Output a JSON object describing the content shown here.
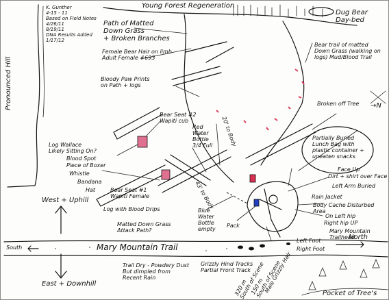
{
  "header": {
    "author_block": "K. Gunther\n4-15 - 11\nBased on Field Notes\n4/26/11\n8/19/11\nDNA Results Added\n1/17/12",
    "forest_regen": "Young Forest Regeneration",
    "dug_bear": "Dug Bear\nDay-bed"
  },
  "edges": {
    "pronounced_hill": "Pronounced Hill",
    "west_uphill": "West + Uphill",
    "east_downhill": "East + Downhill",
    "south": "South",
    "north": "North",
    "trail": "Mary Mountain Trail",
    "pocket_of_trees": "Pocket of Tree's"
  },
  "labels": {
    "path_matted": "Path of Matted\nDown Grass\n+ Broken Branches",
    "female_hair": "Female Bear Hair on limb\nAdult Female #693",
    "bloody_paw": "Bloody Paw Prints\non Path + logs",
    "bear_trail": "Bear trail of matted\nDown Grass (walking on\nlogs) Mud/Blood Trail",
    "broken_tree": "Broken off Tree",
    "buried_lunch": "Partially Buried\nLunch Bag with\nplastic container +\nuneaten snacks",
    "bear_seat2": "Bear Seat #2\nWapiti cub",
    "red_water": "Red\nWater\nBottle\n3/4 Full",
    "dist_20": "20' to Body",
    "log_wallace": "Log Wallace\nLikely Sitting On?",
    "blood_spot": "Blood Spot",
    "piece_boxer": "Piece of Boxer",
    "whistle": "Whistle",
    "bandana": "Bandana",
    "hat": "Hat",
    "bear_seat1": "Bear Seat #1\nWapiti Female",
    "log_blood": "Log with Blood Drips",
    "dist_43": "43' to Body",
    "blue_water": "Blue\nWater\nBottle\nempty",
    "face_up": "Face Up",
    "dirt_shirt": "Dirt + shirt over Face",
    "left_arm": "Left Arm Buried",
    "rain_jacket": "Rain Jacket",
    "body_cache": "Body Cache Disturbed Area",
    "on_left_hip": "On Left hip",
    "right_hip": "Right hip UP",
    "mary_trailhead": "Mary Mountain\nTrailhead",
    "matted_grass": "Matted Down Grass\nAttack Path?",
    "pack": "Pack",
    "left_foot": "Left Foot",
    "right_foot": "Right Foot",
    "grizzly_tracks": "Grizzly Hind Tracks\nPartial Front Track",
    "trail_dry": "Trail Dry - Powdery Dust\nBut dimpled from\nRecent Rain",
    "dist_320": "320 m\nSouth of Scene",
    "dist_150": "150 m\nSouth of Scene",
    "male_hair": "Male Grizzly Hair",
    "arrow_sym": "→N"
  }
}
